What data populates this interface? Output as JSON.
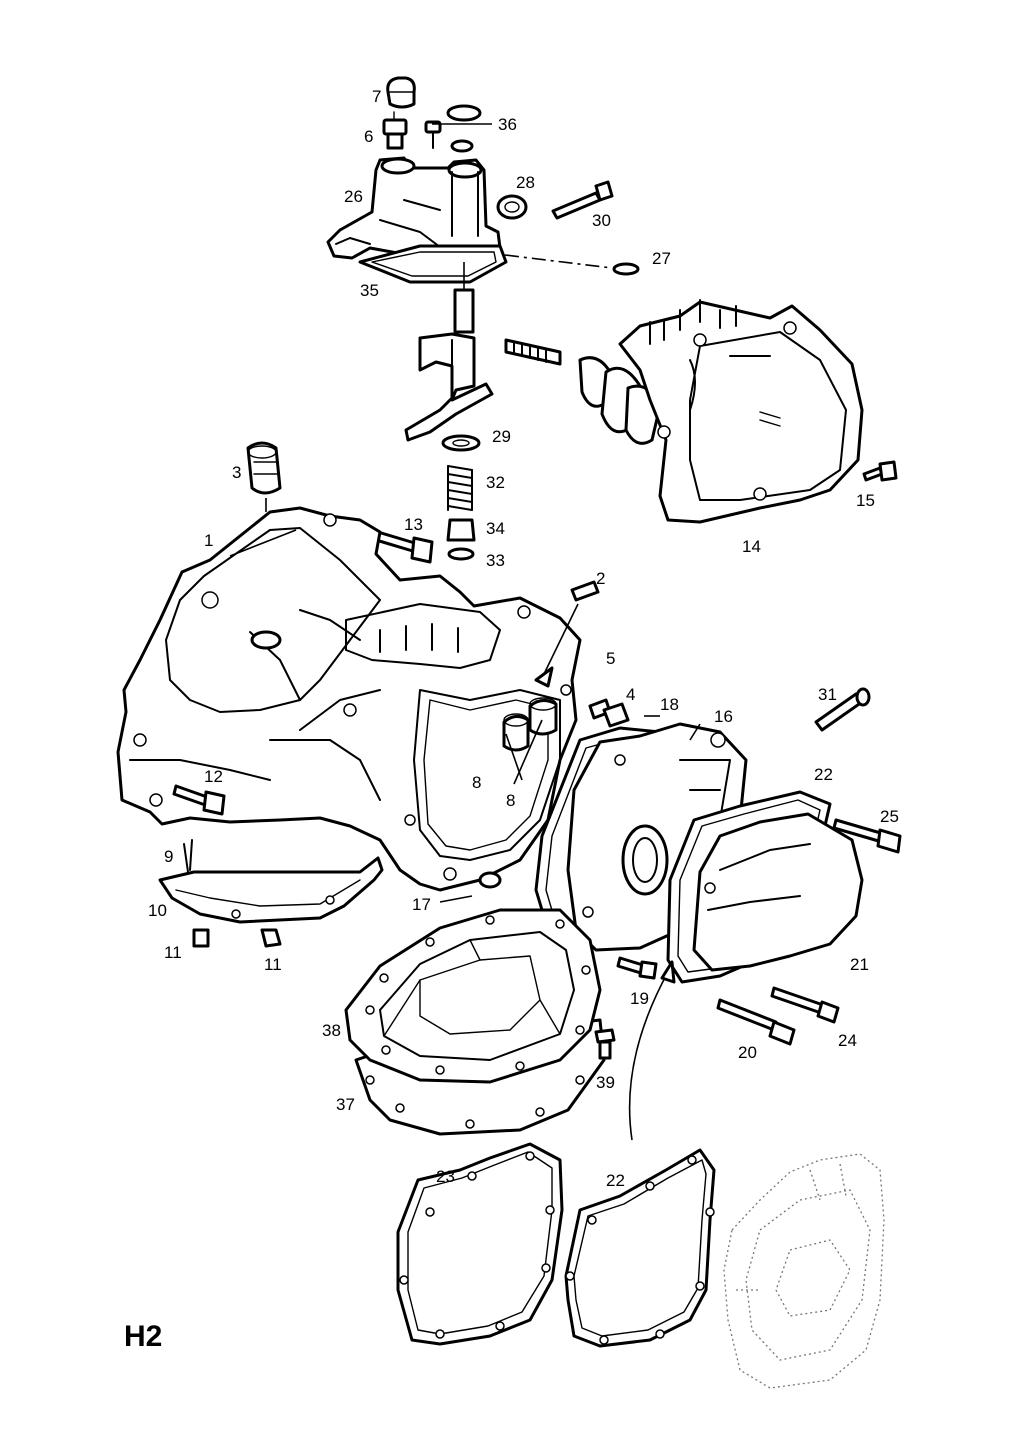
{
  "sheet_code": "H2",
  "callouts": [
    {
      "id": "1",
      "text": "1"
    },
    {
      "id": "2",
      "text": "2"
    },
    {
      "id": "3",
      "text": "3"
    },
    {
      "id": "4",
      "text": "4"
    },
    {
      "id": "5",
      "text": "5"
    },
    {
      "id": "6",
      "text": "6"
    },
    {
      "id": "7",
      "text": "7"
    },
    {
      "id": "8a",
      "text": "8"
    },
    {
      "id": "8b",
      "text": "8"
    },
    {
      "id": "9",
      "text": "9"
    },
    {
      "id": "10",
      "text": "10"
    },
    {
      "id": "11a",
      "text": "11"
    },
    {
      "id": "11b",
      "text": "11"
    },
    {
      "id": "12",
      "text": "12"
    },
    {
      "id": "13",
      "text": "13"
    },
    {
      "id": "14",
      "text": "14"
    },
    {
      "id": "15",
      "text": "15"
    },
    {
      "id": "16",
      "text": "16"
    },
    {
      "id": "17",
      "text": "17"
    },
    {
      "id": "18",
      "text": "18"
    },
    {
      "id": "19",
      "text": "19"
    },
    {
      "id": "20",
      "text": "20"
    },
    {
      "id": "21",
      "text": "21"
    },
    {
      "id": "22a",
      "text": "22"
    },
    {
      "id": "22b",
      "text": "22"
    },
    {
      "id": "23",
      "text": "23"
    },
    {
      "id": "24",
      "text": "24"
    },
    {
      "id": "25",
      "text": "25"
    },
    {
      "id": "26",
      "text": "26"
    },
    {
      "id": "27",
      "text": "27"
    },
    {
      "id": "28",
      "text": "28"
    },
    {
      "id": "29",
      "text": "29"
    },
    {
      "id": "30",
      "text": "30"
    },
    {
      "id": "31",
      "text": "31"
    },
    {
      "id": "32",
      "text": "32"
    },
    {
      "id": "33",
      "text": "33"
    },
    {
      "id": "34",
      "text": "34"
    },
    {
      "id": "35",
      "text": "35"
    },
    {
      "id": "36",
      "text": "36"
    },
    {
      "id": "37",
      "text": "37"
    },
    {
      "id": "38",
      "text": "38"
    },
    {
      "id": "39",
      "text": "39"
    }
  ]
}
